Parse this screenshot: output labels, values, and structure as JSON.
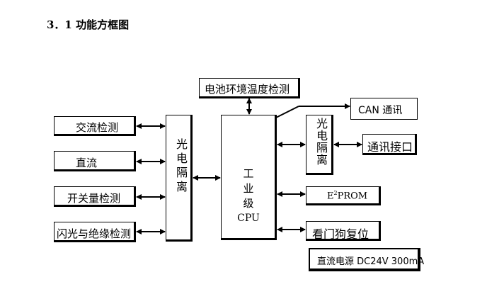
{
  "section": {
    "title": "3．1 功能方框图"
  },
  "nodes": {
    "battery_env_temp": "电池环境温度检测",
    "can_comm": "CAN 通讯",
    "ac_detect": "交流检测",
    "dc": "直流",
    "switch_detect": "开关量检测",
    "flash_insulation": "闪光与绝缘检测",
    "isolation_left": "光电隔离",
    "cpu_line1": "工",
    "cpu_line2": "业",
    "cpu_line3": "级",
    "cpu_line4": "CPU",
    "isolation_right": "光电隔离",
    "comm_interface": "通讯接口",
    "eeprom_base": "E",
    "eeprom_sup": "2",
    "eeprom_rest": "PROM",
    "watchdog": "看门狗复位",
    "power": "直流电源 DC24V 300mA"
  }
}
